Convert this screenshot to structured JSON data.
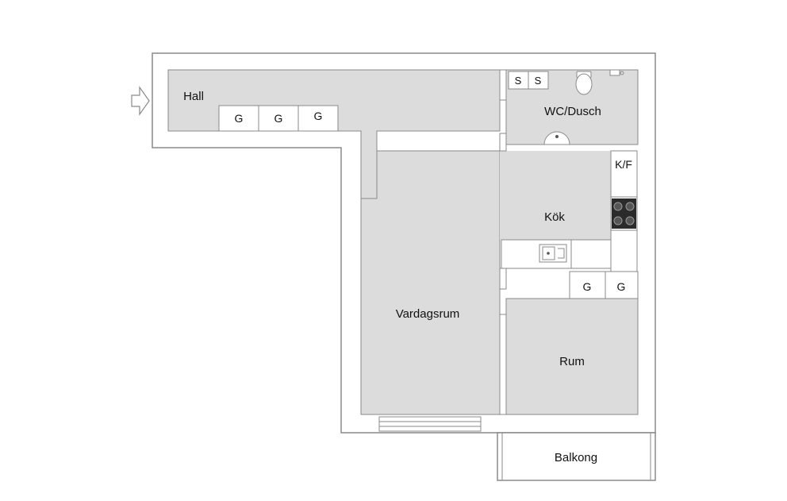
{
  "rooms": {
    "hall": "Hall",
    "wc": "WC/Dusch",
    "kok": "Kök",
    "vardagsrum": "Vardagsrum",
    "rum": "Rum",
    "balkong": "Balkong"
  },
  "fixtures": {
    "wardrobe": "G",
    "storage": "S",
    "fridge_freezer": "K/F"
  },
  "colors": {
    "floor": "#dcdcdc",
    "wall": "#ffffff",
    "outline": "#8a8a8a",
    "cabinet": "#ffffff",
    "stove": "#2b2b2b"
  },
  "icons": [
    "entrance-arrow-icon",
    "toilet-icon",
    "washbasin-icon",
    "sink-icon",
    "stove-icon",
    "faucet-icon"
  ]
}
